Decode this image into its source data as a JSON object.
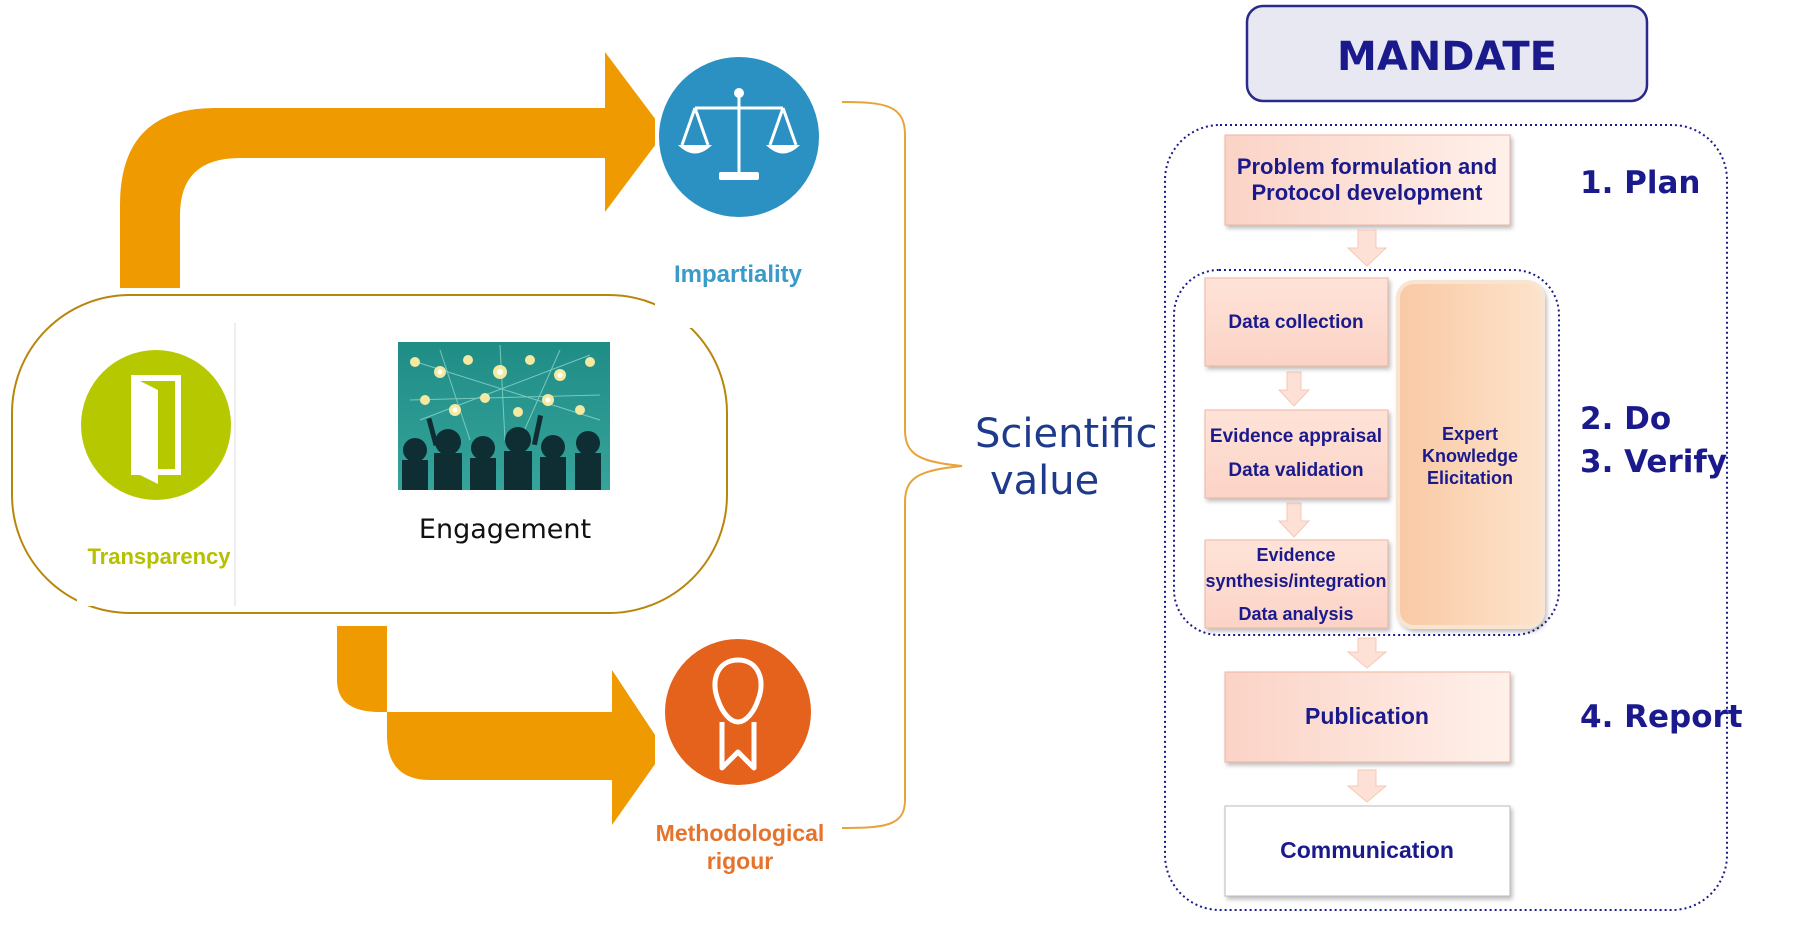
{
  "left_panel": {
    "transparency_label": "Transparency",
    "engagement_label": "Engagement",
    "impartiality_label": "Impartiality",
    "methodological_label_line1": "Methodological",
    "methodological_label_line2": "rigour",
    "scientific_value_line1": "Scientific",
    "scientific_value_line2": "value"
  },
  "right_panel": {
    "mandate_title": "MANDATE",
    "steps": {
      "problem_line1": "Problem formulation and",
      "problem_line2": "Protocol development",
      "data_collection": "Data collection",
      "evidence_appraisal": "Evidence appraisal",
      "data_validation": "Data validation",
      "evidence": "Evidence",
      "synthesis_integration": "synthesis/integration",
      "data_analysis": "Data analysis",
      "expert_line1": "Expert",
      "expert_line2": "Knowledge",
      "expert_line3": "Elicitation",
      "publication": "Publication",
      "communication": "Communication"
    },
    "phases": {
      "plan": "1. Plan",
      "do": "2. Do",
      "verify": "3. Verify",
      "report": "4. Report"
    }
  },
  "colors": {
    "arrow_orange": "#EE9A00",
    "impartiality_blue": "#2A91C2",
    "transparency_green": "#B5C800",
    "rigour_orange": "#E5621C",
    "navy": "#1A1A8C",
    "mandate_fill": "#E8E8F2"
  }
}
